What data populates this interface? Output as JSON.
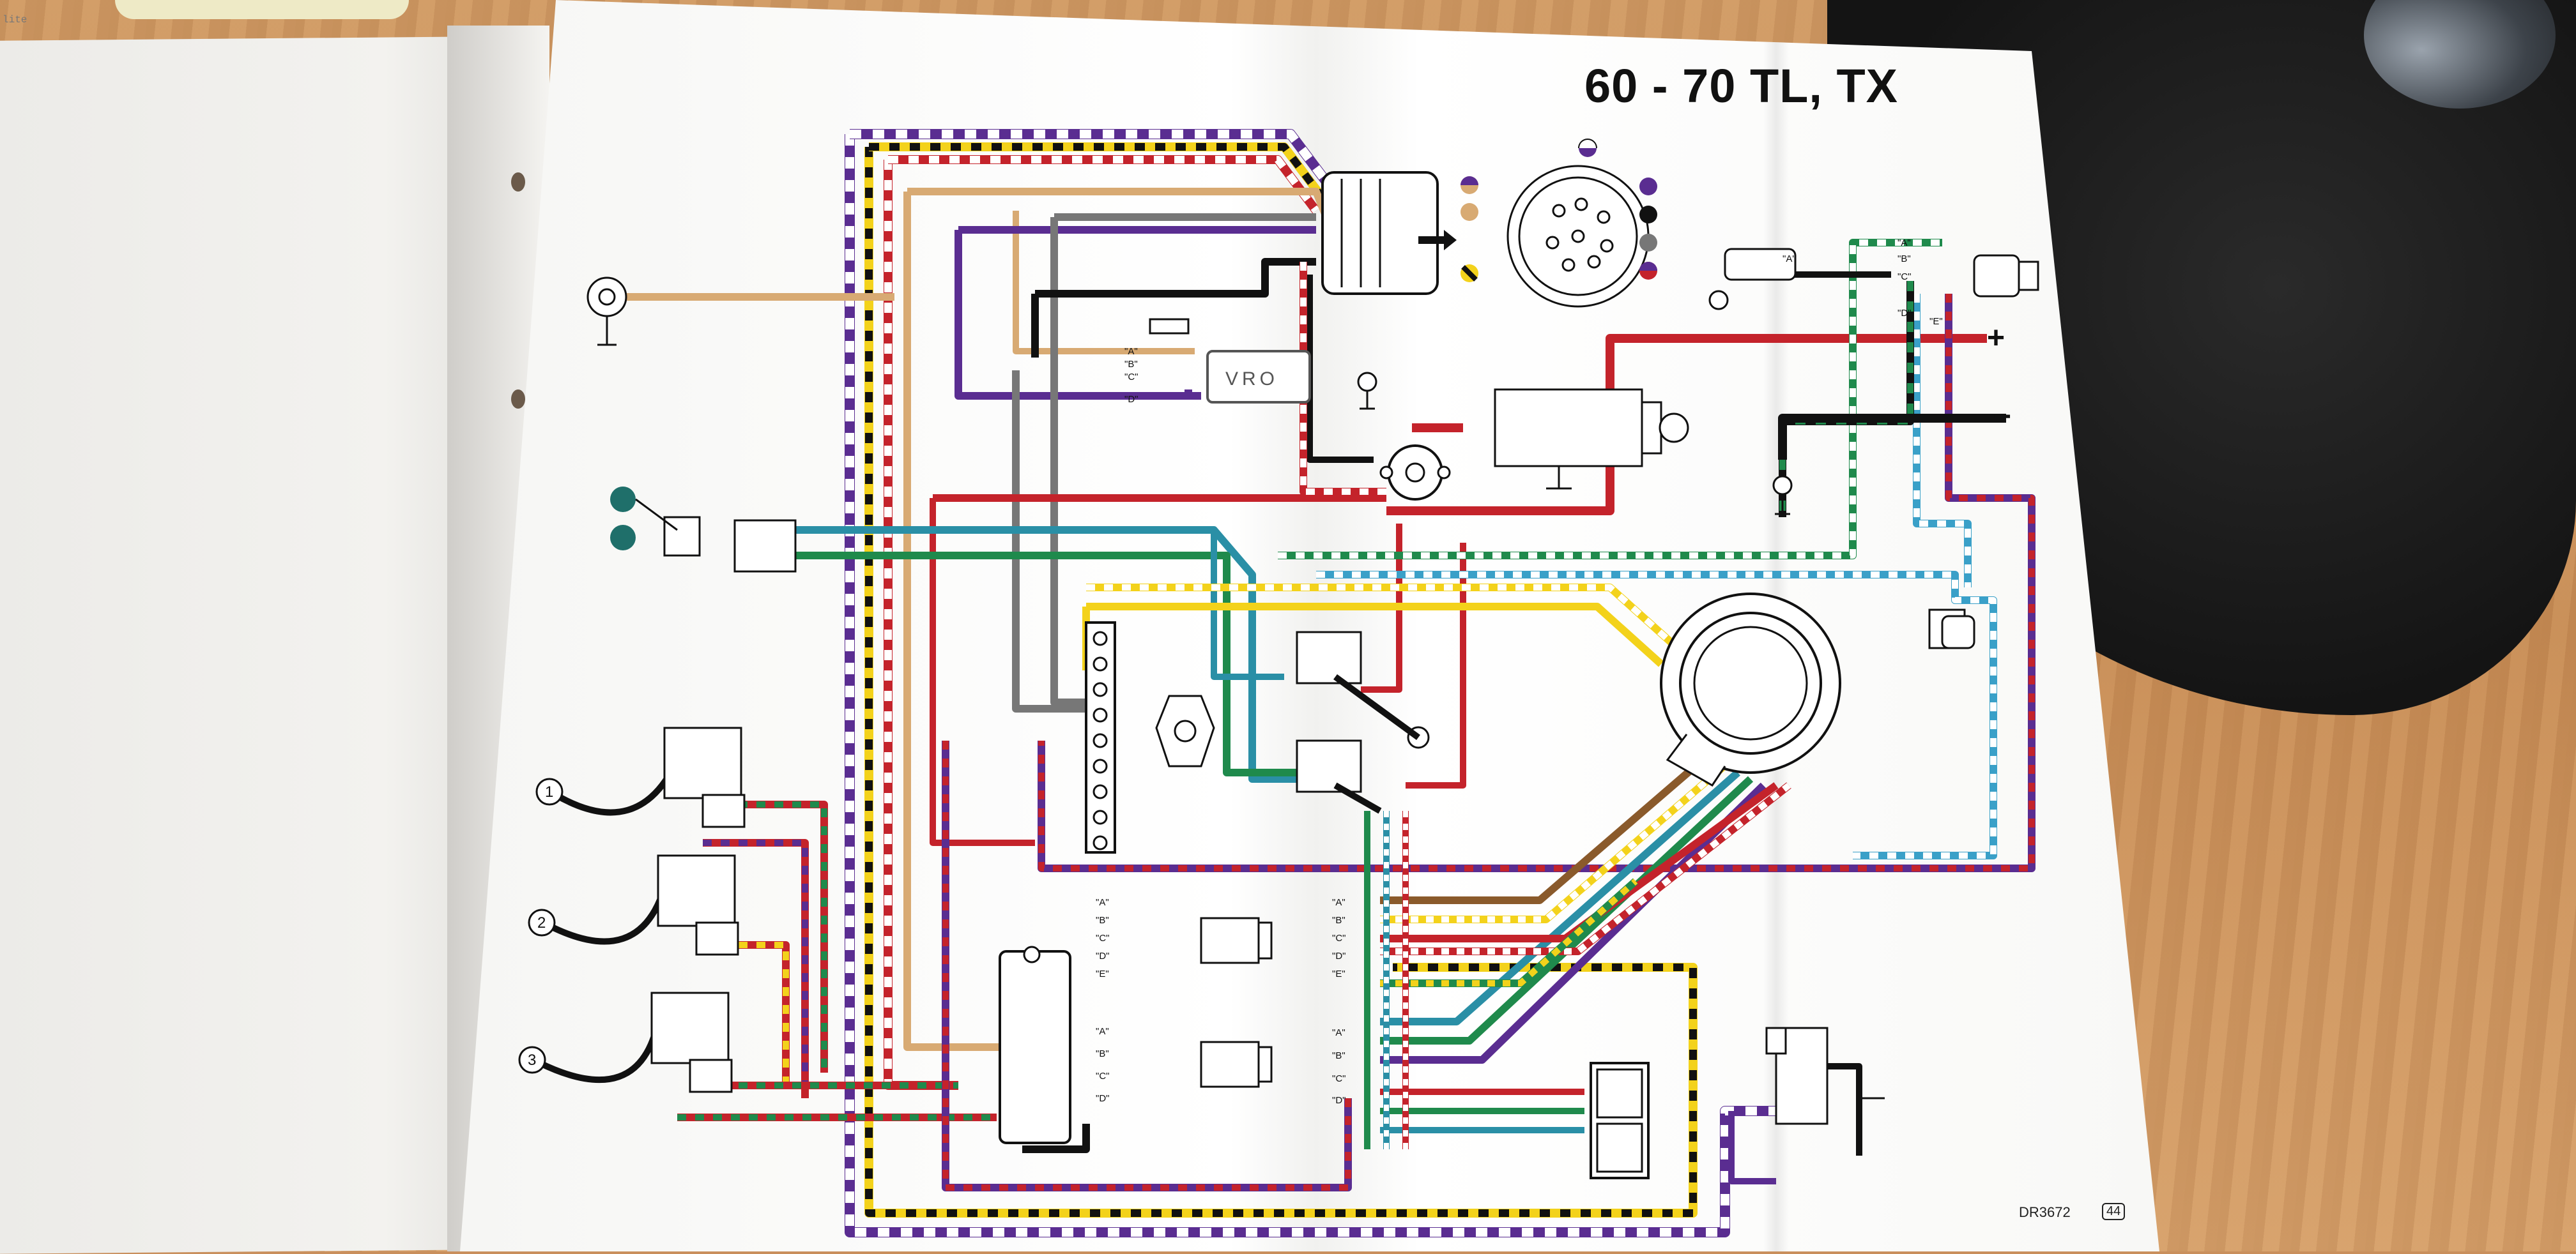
{
  "title": "60 - 70 TL, TX",
  "drawing_code": "DR3672",
  "page_number": "44",
  "left_page_note": "lite",
  "module_label": "VRO",
  "polarity": {
    "positive": "+",
    "negative": "−"
  },
  "connector_pins": [
    "\"A\"",
    "\"B\"",
    "\"C\"",
    "\"D\"",
    "\"E\""
  ],
  "coil_numbers": [
    "1",
    "2",
    "3"
  ],
  "wire_colors": {
    "purple": "#5a2d91",
    "yellow": "#f3d21b",
    "red": "#c4232b",
    "tan": "#d8aa73",
    "gray": "#777777",
    "black": "#111111",
    "green": "#1f8a4c",
    "teal": "#2a8fa6",
    "blue": "#3aa0c8",
    "brown": "#8a5a2b",
    "white": "#ffffff"
  }
}
